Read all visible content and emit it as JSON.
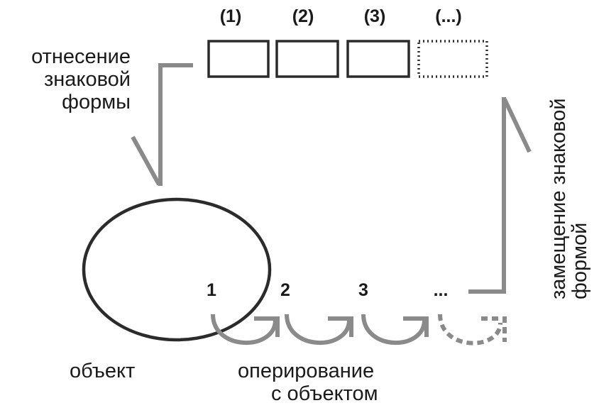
{
  "sign_forms": {
    "labels": [
      "(1)",
      "(2)",
      "(3)",
      "(...)"
    ]
  },
  "operations": {
    "labels": [
      "1",
      "2",
      "3",
      "..."
    ]
  },
  "captions": {
    "relation_line1": "отнесение",
    "relation_line2": "знаковой",
    "relation_line3": "формы",
    "object": "объект",
    "operating_line1": "оперирование",
    "operating_line2": "с объектом",
    "substitution_line1": "замещение знаковой",
    "substitution_line2": "формой"
  },
  "colors": {
    "stroke_dark": "#2b2b2b",
    "stroke_gray": "#8a8a8a",
    "text": "#1a1a1a"
  }
}
